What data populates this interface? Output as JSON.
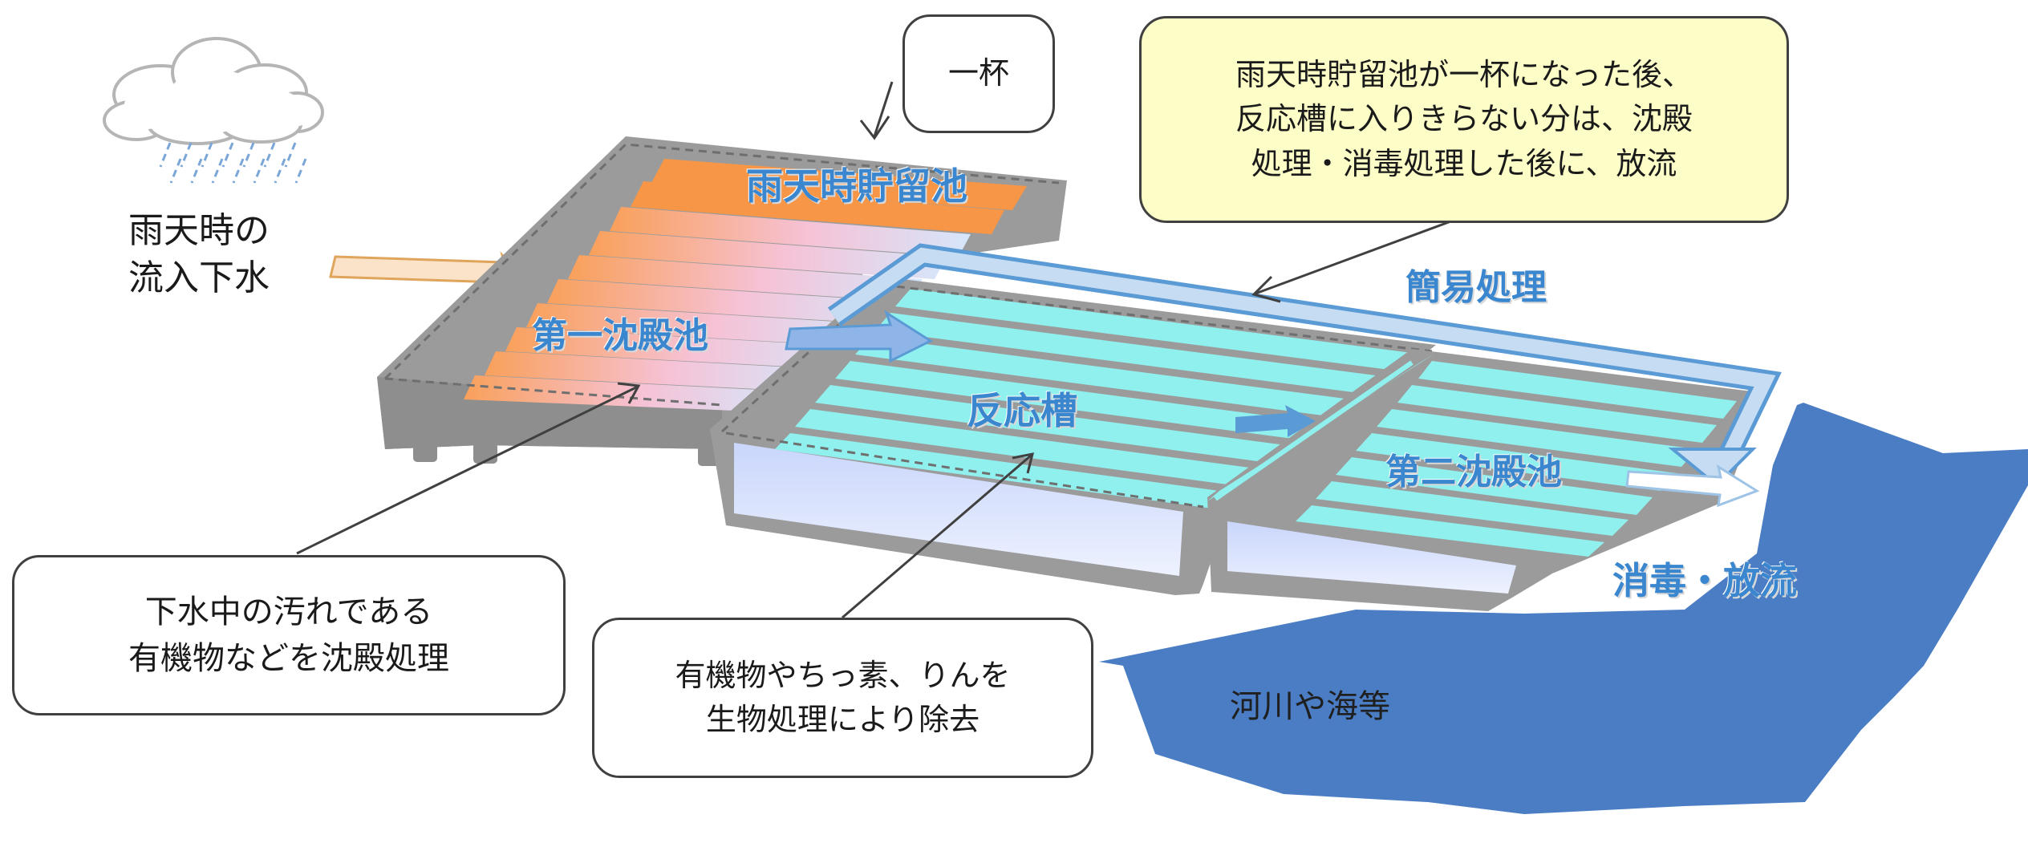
{
  "icons": {
    "rain_cloud": "rain-cloud-icon",
    "inflow_arrow": "inflow-arrow-icon",
    "flow_arrow": "flow-arrow-icon"
  },
  "colors": {
    "facility_frame": "#9b9b9b",
    "storage_tank": "#f79646",
    "primary_tank_gradient": [
      "#f9a05a",
      "#f6c2d6",
      "#d6e6fb"
    ],
    "aeration_tank": "#8ff0ee",
    "bypass_arrow": "#9dc3e6",
    "label_blue": "#3a86cf",
    "river": "#4a7dc4",
    "note_fill": "#fdfdc8"
  },
  "labels": {
    "inflow": [
      "雨天時の",
      "流入下水"
    ],
    "storage_pond": "雨天時貯留池",
    "primary_tank": "第一沈殿池",
    "reaction_tank": "反応槽",
    "secondary_tank": "第二沈殿池",
    "simple_treatment": "簡易処理",
    "disinfection": "消毒・放流",
    "river": "河川や海等"
  },
  "callouts": {
    "full": "一杯",
    "overflow": [
      "雨天時貯留池が一杯になった後、",
      "反応槽に入りきらない分は、沈殿",
      "処理・消毒処理した後に、放流"
    ],
    "primary": [
      "下水中の汚れである",
      "有機物などを沈殿処理"
    ],
    "reaction": [
      "有機物やちっ素、りんを",
      "生物処理により除去"
    ]
  }
}
